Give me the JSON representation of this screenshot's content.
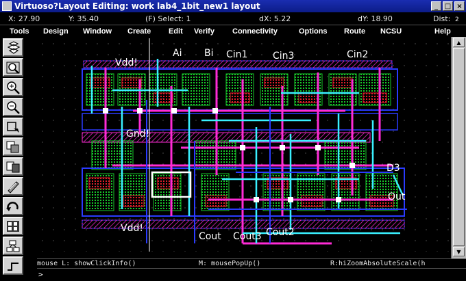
{
  "window": {
    "title": "Virtuoso?Layout Editing: work lab4_1bit_new1 layout"
  },
  "status": {
    "x": "X: 27.90",
    "y": "Y: 35.40",
    "select": "(F) Select: 1",
    "dx": "dX: 5.22",
    "dy": "dY: 18.90",
    "dist": "Dist: ",
    "counter": "2"
  },
  "menu": {
    "items": [
      "Tools",
      "Design",
      "Window",
      "Create",
      "Edit",
      "Verify",
      "Connectivity",
      "Options",
      "Route",
      "NCSU",
      "Help"
    ]
  },
  "toolbar": {
    "icons": [
      "save-icon",
      "zoom-fit-icon",
      "zoom-in-icon",
      "zoom-out-icon",
      "stretch-icon",
      "copy-icon",
      "move-icon",
      "delete-icon",
      "undo-icon",
      "properties-icon",
      "hierarchy-icon",
      "path-icon"
    ]
  },
  "pins": {
    "vdd_top": "Vdd!",
    "ai": "Ai",
    "bi": "Bi",
    "cin1": "Cin1",
    "cin3": "Cin3",
    "cin2": "Cin2",
    "gnd": "Gnd!",
    "d3": "D3",
    "out": "Out",
    "vdd_bottom": "Vdd!",
    "cout_a": "Cout",
    "cout_b": "Cout3",
    "cout_c": "Cout2"
  },
  "mouse": {
    "left": "mouse L: showClickInfo()",
    "middle": "M: mousePopUp()",
    "right": "R:hiZoomAbsoluteScale(h"
  },
  "command": {
    "prompt": ">"
  },
  "colors": {
    "titlebar": "#1a2db0",
    "canvas": "#000000",
    "magenta_metal": "#ff2bd6",
    "cyan_metal": "#3af0ff",
    "blue_metal": "#2a3bff",
    "red_poly": "#e0202a",
    "green_active": "#18c82a"
  }
}
